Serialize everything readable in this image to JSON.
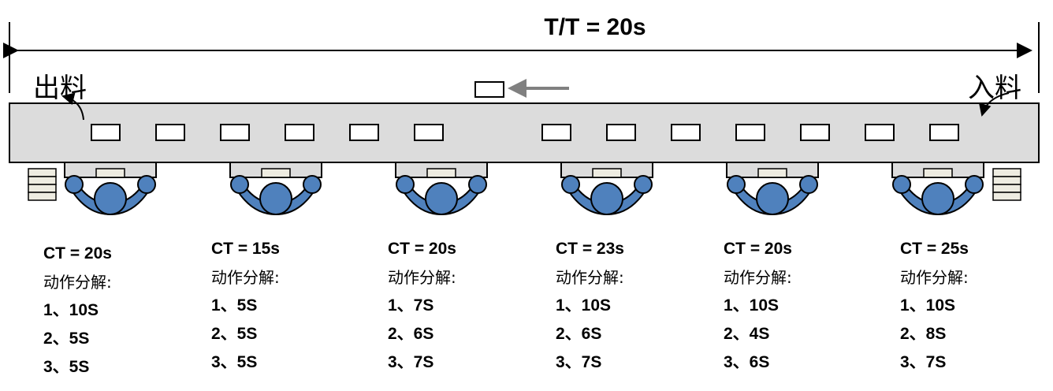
{
  "takt_time": "T/T = 20s",
  "output_label": "出料",
  "input_label": "入料",
  "breakdown_label": "动作分解:",
  "colors": {
    "conveyor": "#dcdcdc",
    "operator": "#4f81bd",
    "tray": "#eeece1",
    "flow_arrow": "#808080"
  },
  "stations": [
    {
      "ct": "CT = 20s",
      "steps": [
        "1、10S",
        "2、5S",
        "3、5S"
      ]
    },
    {
      "ct": "CT = 15s",
      "steps": [
        "1、5S",
        "2、5S",
        "3、5S"
      ]
    },
    {
      "ct": "CT = 20s",
      "steps": [
        "1、7S",
        "2、6S",
        "3、7S"
      ]
    },
    {
      "ct": "CT = 23s",
      "steps": [
        "1、10S",
        "2、6S",
        "3、7S"
      ]
    },
    {
      "ct": "CT = 20s",
      "steps": [
        "1、10S",
        "2、4S",
        "3、6S"
      ]
    },
    {
      "ct": "CT = 25s",
      "steps": [
        "1、10S",
        "2、8S",
        "3、7S"
      ]
    }
  ]
}
